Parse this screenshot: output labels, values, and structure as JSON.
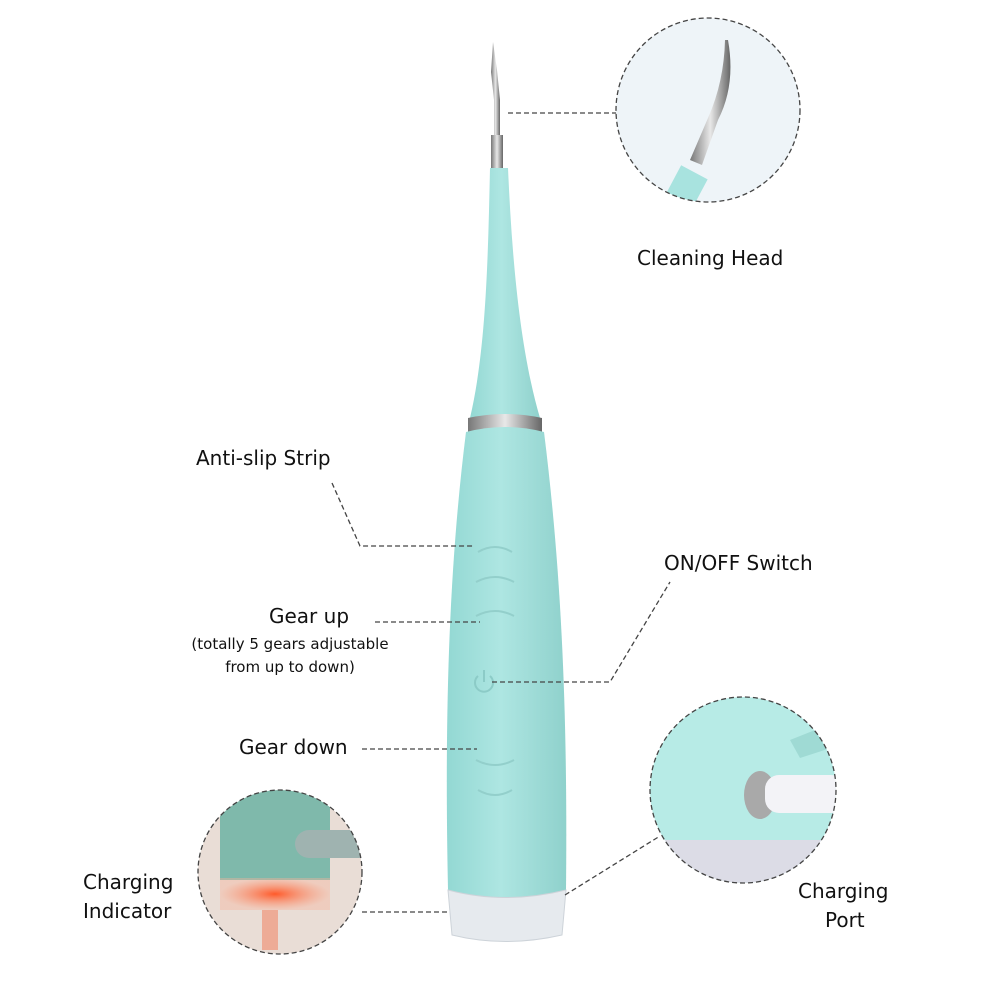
{
  "product": {
    "name": "electric dental scaler",
    "body_color": "#a8e3df",
    "body_shade": "#8fd3cf"
  },
  "callouts": {
    "cleaning_head": {
      "label": "Cleaning Head"
    },
    "anti_slip": {
      "label": "Anti-slip Strip"
    },
    "gear_up": {
      "label": "Gear up",
      "note_line1": "(totally 5 gears adjustable",
      "note_line2": "from up to down)"
    },
    "on_off": {
      "label": "ON/OFF Switch"
    },
    "gear_down": {
      "label": "Gear down"
    },
    "charging_indicator": {
      "label_line1": "Charging",
      "label_line2": "Indicator"
    },
    "charging_port": {
      "label_line1": "Charging",
      "label_line2": "Port"
    }
  }
}
